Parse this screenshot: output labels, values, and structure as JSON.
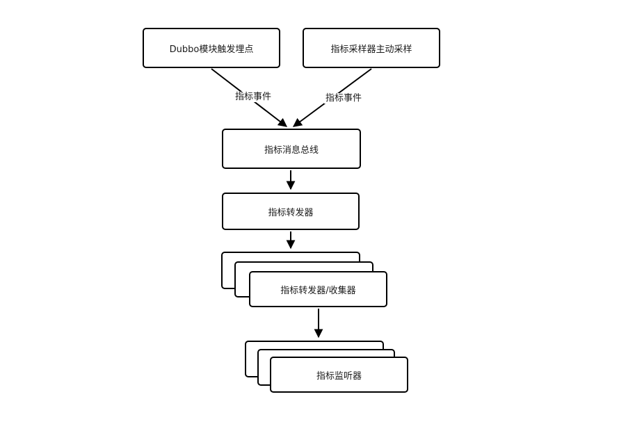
{
  "diagram": {
    "background_color": "#ffffff",
    "stroke_color": "#000000",
    "text_color": "#1a1a1a",
    "nodes": {
      "dubbo_trigger": {
        "label": "Dubbo模块触发埋点"
      },
      "metric_sampler": {
        "label": "指标采样器主动采样"
      },
      "message_bus": {
        "label": "指标消息总线"
      },
      "forwarder": {
        "label": "指标转发器"
      },
      "collector_stack": {
        "label": "指标转发器/收集器",
        "stacked_copies": 3
      },
      "listener_stack": {
        "label": "指标监听器",
        "stacked_copies": 3
      }
    },
    "edges": {
      "dubbo_to_bus": {
        "label": "指标事件"
      },
      "sampler_to_bus": {
        "label": "指标事件"
      },
      "bus_to_forwarder": {
        "label": ""
      },
      "forwarder_to_collectors": {
        "label": ""
      },
      "collectors_to_listeners": {
        "label": ""
      }
    }
  }
}
